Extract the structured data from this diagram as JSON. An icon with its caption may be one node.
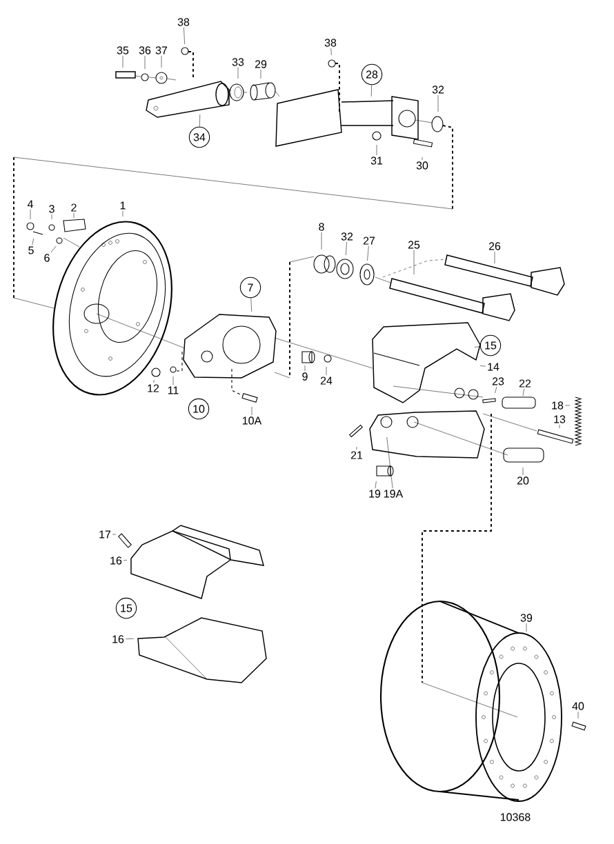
{
  "diagram": {
    "nodes": [
      {
        "text": [
          "38"
        ]
      },
      {
        "text": [
          "38"
        ]
      },
      {
        "text": [
          "35"
        ]
      },
      {
        "text": [
          "36"
        ]
      },
      {
        "text": [
          "37"
        ]
      },
      {
        "text": [
          "33"
        ]
      },
      {
        "text": [
          "29"
        ]
      },
      {
        "text": [
          "28"
        ]
      },
      {
        "text": [
          "32"
        ]
      },
      {
        "text": [
          "34"
        ]
      },
      {
        "text": [
          "31"
        ]
      },
      {
        "text": [
          "30"
        ]
      },
      {
        "text": [
          "4"
        ]
      },
      {
        "text": [
          "3"
        ]
      },
      {
        "text": [
          "2"
        ]
      },
      {
        "text": [
          "1"
        ]
      },
      {
        "text": [
          "8"
        ]
      },
      {
        "text": [
          "32"
        ]
      },
      {
        "text": [
          "27"
        ]
      },
      {
        "text": [
          "25"
        ]
      },
      {
        "text": [
          "26"
        ]
      },
      {
        "text": [
          "5"
        ]
      },
      {
        "text": [
          "6"
        ]
      },
      {
        "text": [
          "7"
        ]
      },
      {
        "text": [
          "15"
        ]
      },
      {
        "text": [
          "14"
        ]
      },
      {
        "text": [
          "9"
        ]
      },
      {
        "text": [
          "24"
        ]
      },
      {
        "text": [
          "23"
        ]
      },
      {
        "text": [
          "12"
        ]
      },
      {
        "text": [
          "11"
        ]
      },
      {
        "text": [
          "22"
        ]
      },
      {
        "text": [
          "10"
        ]
      },
      {
        "text": [
          "10A"
        ]
      },
      {
        "text": [
          "18"
        ]
      },
      {
        "text": [
          "13"
        ]
      },
      {
        "text": [
          "21"
        ]
      },
      {
        "text": [
          "20"
        ]
      },
      {
        "text": [
          "19"
        ]
      },
      {
        "text": [
          "19A"
        ]
      },
      {
        "text": [
          "17"
        ]
      },
      {
        "text": [
          "16"
        ]
      },
      {
        "text": [
          "15"
        ]
      },
      {
        "text": [
          "16"
        ]
      },
      {
        "text": [
          "39"
        ]
      },
      {
        "text": [
          "40"
        ]
      }
    ],
    "edges": [
      {
        "from": 0,
        "to": null,
        "arrow": "none"
      },
      {
        "from": 1,
        "to": null,
        "arrow": "none"
      },
      {
        "from": 2,
        "to": null,
        "arrow": "none"
      },
      {
        "from": 3,
        "to": null,
        "arrow": "none"
      },
      {
        "from": 4,
        "to": null,
        "arrow": "none"
      },
      {
        "from": 5,
        "to": null,
        "arrow": "none"
      },
      {
        "from": 6,
        "to": null,
        "arrow": "none"
      },
      {
        "from": 7,
        "to": null,
        "arrow": "none"
      },
      {
        "from": 8,
        "to": null,
        "arrow": "none"
      },
      {
        "from": 9,
        "to": null,
        "arrow": "none"
      },
      {
        "from": 10,
        "to": null,
        "arrow": "none"
      },
      {
        "from": 11,
        "to": null,
        "arrow": "none"
      },
      {
        "from": 12,
        "to": null,
        "arrow": "none"
      },
      {
        "from": 13,
        "to": null,
        "arrow": "none"
      },
      {
        "from": 14,
        "to": null,
        "arrow": "none"
      },
      {
        "from": 15,
        "to": null,
        "arrow": "none"
      },
      {
        "from": 16,
        "to": null,
        "arrow": "none"
      },
      {
        "from": 17,
        "to": null,
        "arrow": "none"
      },
      {
        "from": 18,
        "to": null,
        "arrow": "none"
      },
      {
        "from": 19,
        "to": null,
        "arrow": "none"
      },
      {
        "from": 20,
        "to": null,
        "arrow": "none"
      },
      {
        "from": 21,
        "to": null,
        "arrow": "none"
      },
      {
        "from": 22,
        "to": null,
        "arrow": "none"
      },
      {
        "from": 23,
        "to": null,
        "arrow": "none"
      },
      {
        "from": 24,
        "to": null,
        "arrow": "none"
      },
      {
        "from": 25,
        "to": null,
        "arrow": "none"
      },
      {
        "from": 26,
        "to": null,
        "arrow": "none"
      },
      {
        "from": 27,
        "to": null,
        "arrow": "none"
      },
      {
        "from": 28,
        "to": null,
        "arrow": "none"
      },
      {
        "from": 29,
        "to": null,
        "arrow": "none"
      },
      {
        "from": 30,
        "to": null,
        "arrow": "none"
      },
      {
        "from": 31,
        "to": null,
        "arrow": "none"
      },
      {
        "from": 33,
        "to": null,
        "arrow": "none"
      },
      {
        "from": 34,
        "to": null,
        "arrow": "none"
      },
      {
        "from": 35,
        "to": null,
        "arrow": "none"
      },
      {
        "from": 36,
        "to": null,
        "arrow": "none"
      },
      {
        "from": 37,
        "to": null,
        "arrow": "none"
      },
      {
        "from": 38,
        "to": null,
        "arrow": "none"
      },
      {
        "from": 39,
        "to": null,
        "arrow": "none"
      },
      {
        "from": 40,
        "to": null,
        "arrow": "none"
      },
      {
        "from": 41,
        "to": null,
        "arrow": "none"
      },
      {
        "from": 43,
        "to": null,
        "arrow": "none"
      },
      {
        "from": 44,
        "to": null,
        "arrow": "none"
      },
      {
        "from": 45,
        "to": null,
        "arrow": "none"
      }
    ],
    "labels": [
      "10368"
    ]
  }
}
